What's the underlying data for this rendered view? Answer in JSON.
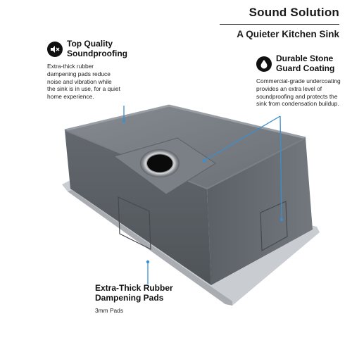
{
  "header": {
    "title": "Sound Solution",
    "subtitle": "A Quieter Kitchen Sink"
  },
  "callouts": [
    {
      "icon": "speaker-mute-icon",
      "title_line1": "Top Quality",
      "title_line2": "Soundproofing",
      "description": "Extra-thick rubber dampening pads reduce noise and vibration while the sink is in use, for a quiet home experience."
    },
    {
      "icon": "water-drop-icon",
      "title_line1": "Durable Stone",
      "title_line2": "Guard Coating",
      "description": "Commercial-grade undercoating provides an extra level of soundproofing and protects the sink from condensation buildup."
    },
    {
      "title_line1": "Extra-Thick Rubber",
      "title_line2": "Dampening Pads",
      "description": "3mm Pads"
    }
  ],
  "colors": {
    "leader_line": "#3a8fd0",
    "sink_body": "#6f747a",
    "text": "#1a1a1a"
  }
}
